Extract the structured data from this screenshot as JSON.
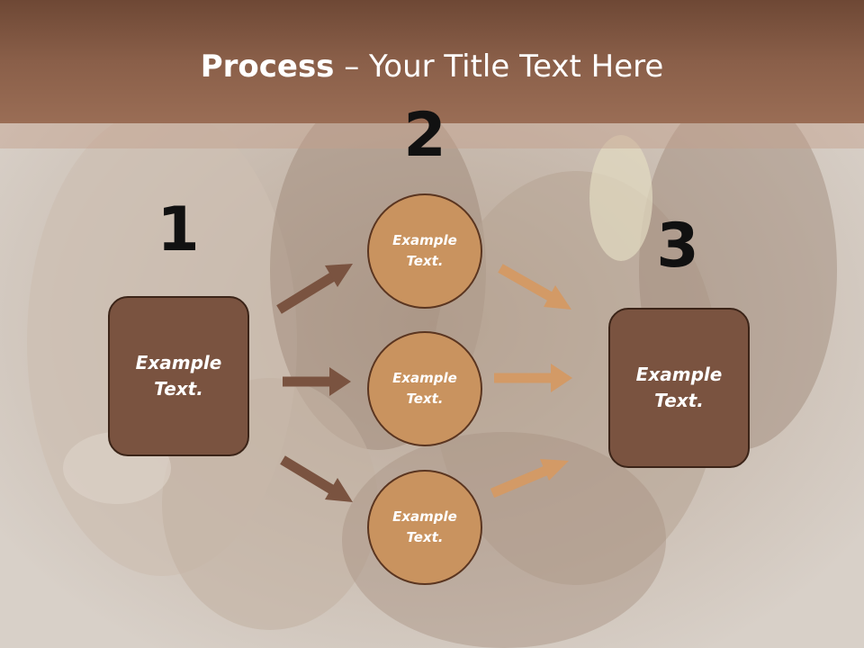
{
  "slide": {
    "title_bold": "Process",
    "title_rest": " – Your Title Text Here"
  },
  "steps": [
    {
      "number": "1",
      "text": "Example Text."
    },
    {
      "number": "2",
      "circles": [
        "Example Text.",
        "Example Text.",
        "Example Text."
      ]
    },
    {
      "number": "3",
      "text": "Example Text."
    }
  ],
  "colors": {
    "header": "#8a5f49",
    "box_fill": "#7a5340",
    "circle_fill": "#c9935f",
    "arrow_dark": "#7a5340",
    "arrow_light": "#d39a66"
  }
}
